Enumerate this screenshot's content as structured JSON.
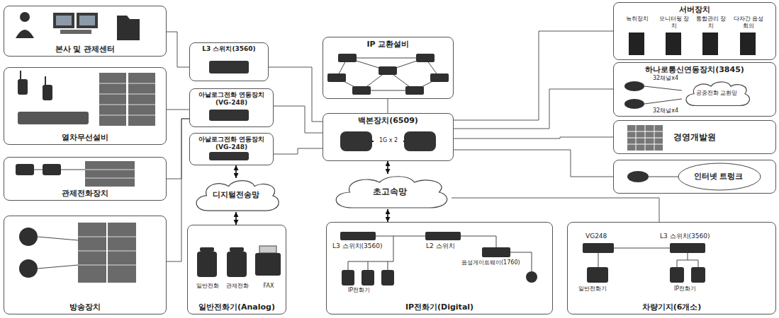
{
  "diagram": {
    "nodes": [
      {
        "text": [
          "본사 및 관제센터"
        ]
      },
      {
        "text": [
          "열차무선설비"
        ]
      },
      {
        "text": [
          "관제전화장치"
        ]
      },
      {
        "text": [
          "방송장치"
        ]
      },
      {
        "text": [
          "L3 스위치(3560)"
        ]
      },
      {
        "text": [
          "아날로그전화 연동장치(VG-248)"
        ]
      },
      {
        "text": [
          "아날로그전화 연동장치(VG-248)"
        ]
      },
      {
        "text": [
          "디지털전송망"
        ]
      },
      {
        "text": [
          "일반전화기(Analog)"
        ]
      },
      {
        "text": [
          "IP 교환설비"
        ]
      },
      {
        "text": [
          "백본장치(6509)"
        ]
      },
      {
        "text": [
          "초고속망"
        ]
      },
      {
        "text": [
          "IP전화기(Digital)"
        ]
      },
      {
        "text": [
          "서버장치"
        ]
      },
      {
        "text": [
          "하나로통신연동장치(3845)"
        ]
      },
      {
        "text": [
          "공중전화 교환망"
        ],
        "in": 14
      },
      {
        "text": [
          "경영개발원"
        ]
      },
      {
        "text": [
          "인터넷 트렁크"
        ]
      },
      {
        "text": [
          "차량기지(6개소)"
        ]
      }
    ],
    "edges": [
      {
        "from": 0,
        "to": 4,
        "arrow": "none"
      },
      {
        "from": 1,
        "to": 5,
        "arrow": "none"
      },
      {
        "from": 2,
        "to": 5,
        "arrow": "none"
      },
      {
        "from": 3,
        "to": 5,
        "arrow": "none"
      },
      {
        "from": 4,
        "to": 10,
        "arrow": "none"
      },
      {
        "from": 5,
        "to": 10,
        "arrow": "none"
      },
      {
        "from": 6,
        "to": 10,
        "arrow": "none"
      },
      {
        "from": 6,
        "to": 7,
        "arrow": "both"
      },
      {
        "from": 7,
        "to": 8,
        "arrow": "both"
      },
      {
        "from": 9,
        "to": 10,
        "arrow": "none"
      },
      {
        "from": 10,
        "to": 11,
        "arrow": "both"
      },
      {
        "from": 11,
        "to": 12,
        "arrow": "both"
      },
      {
        "from": 11,
        "to": 18,
        "arrow": "none"
      },
      {
        "from": 10,
        "to": 13,
        "arrow": "none"
      },
      {
        "from": 10,
        "to": 14,
        "arrow": "none"
      },
      {
        "from": 10,
        "to": 16,
        "arrow": "none"
      },
      {
        "from": 10,
        "to": 17,
        "arrow": "none"
      }
    ],
    "labels": [
      "1G x 2",
      "녹취장치",
      "모니터링 장치",
      "통합관리 장치",
      "다자간 음성회의",
      "32채널x4",
      "32채널x4",
      "L3 스위치(3560)",
      "L2 스위치",
      "음성게이트웨이(1760)",
      "IP전화기",
      "VG248",
      "L3 스위치(3560)",
      "일반전화기",
      "IP전화기",
      "일반전화",
      "관제전화",
      "FAX"
    ]
  }
}
